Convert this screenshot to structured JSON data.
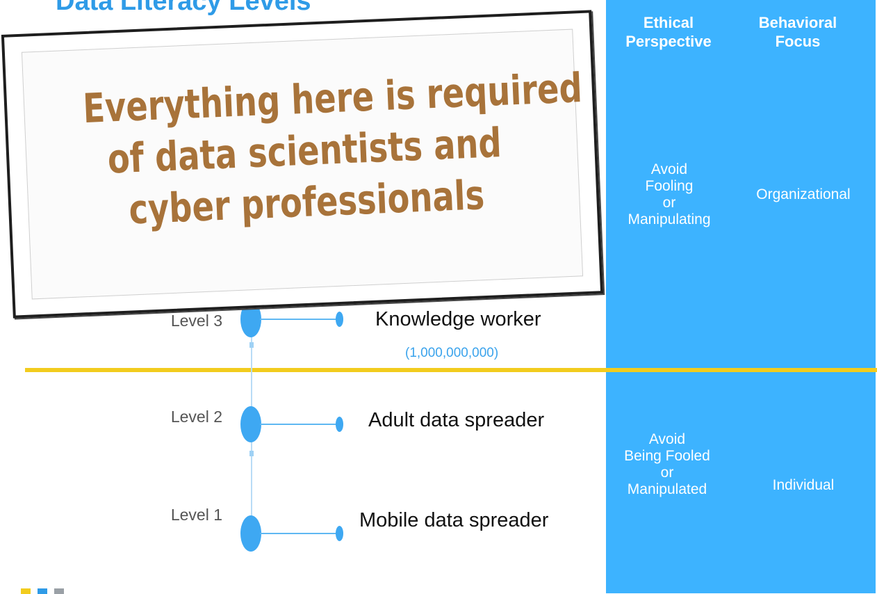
{
  "slide": {
    "title": "Data Literacy Levels"
  },
  "columns": [
    {
      "line1": "Ethical",
      "line2": "Perspective"
    },
    {
      "line1": "Behavioral",
      "line2": "Focus"
    }
  ],
  "upper_row": {
    "ethical": [
      "Avoid",
      "Fooling",
      "or",
      "Manipulating"
    ],
    "behavioral": "Organizational"
  },
  "lower_row": {
    "ethical": [
      "Avoid",
      "Being Fooled",
      "or",
      "Manipulated"
    ],
    "behavioral": "Individual"
  },
  "levels": [
    {
      "label": "Level 3",
      "name": "Knowledge worker",
      "count": "(1,000,000,000)"
    },
    {
      "label": "Level 2",
      "name": "Adult data spreader"
    },
    {
      "label": "Level 1",
      "name": "Mobile data spreader"
    }
  ],
  "sticker": {
    "lines": [
      "Everything here is required",
      "of data scientists and",
      "cyber professionals"
    ]
  },
  "colors": {
    "title": "#2f9be7",
    "panel": "#3db3ff",
    "divider": "#f2cc1e",
    "node": "#3ea8f2",
    "sticker_text": "#a8733a"
  }
}
